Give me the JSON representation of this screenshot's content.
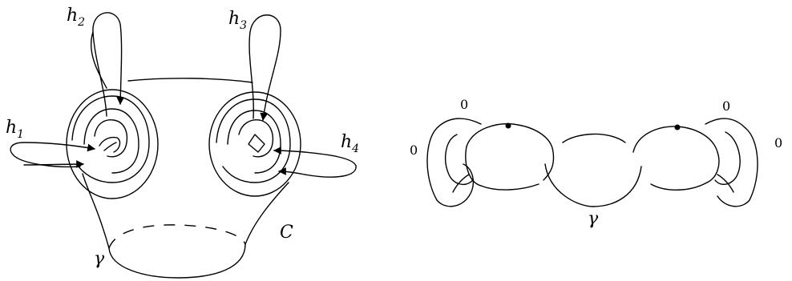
{
  "left_figure": {
    "handles": [
      {
        "base": "h",
        "sub": "1"
      },
      {
        "base": "h",
        "sub": "2"
      },
      {
        "base": "h",
        "sub": "3"
      },
      {
        "base": "h",
        "sub": "4"
      }
    ],
    "curve_label": "C",
    "boundary_label": "γ"
  },
  "right_figure": {
    "framings": [
      "0",
      "0",
      "0",
      "0"
    ],
    "boundary_label": "γ"
  }
}
